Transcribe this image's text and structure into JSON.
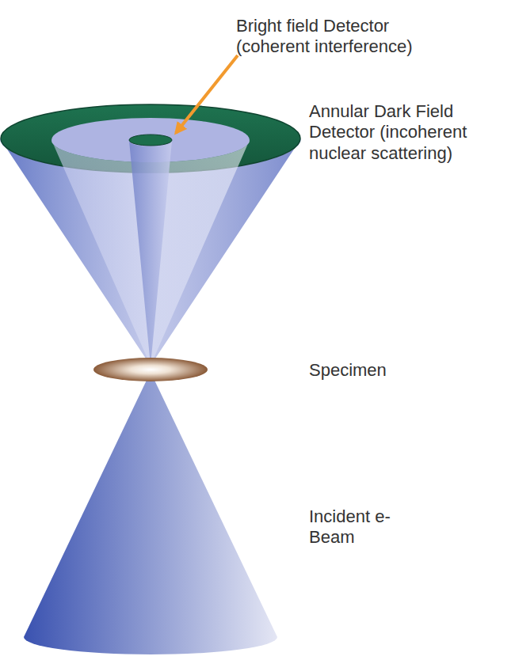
{
  "diagram": {
    "labels": [
      "Bright field Detector (coherent interference)",
      "Annular Dark Field Detector (incoherent nuclear scattering)",
      "Specimen",
      "Incident e-Beam"
    ]
  }
}
